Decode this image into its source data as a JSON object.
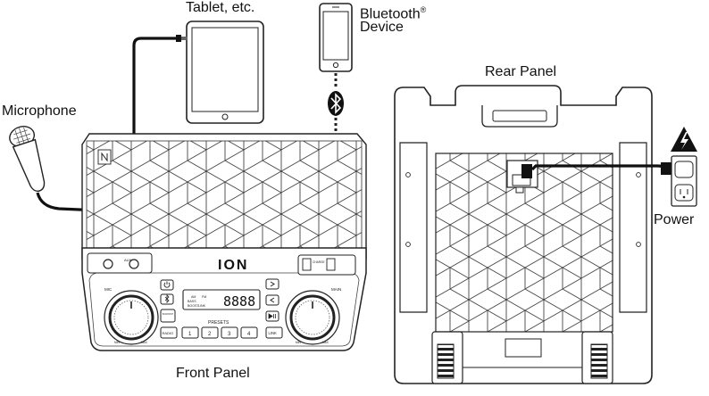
{
  "labels": {
    "tablet": "Tablet, etc.",
    "bluetooth_line1": "Bluetooth",
    "bluetooth_mark": "®",
    "bluetooth_line2": "Device",
    "microphone": "Microphone",
    "rear_panel": "Rear Panel",
    "front_panel": "Front Panel",
    "power": "Power"
  },
  "front_panel": {
    "brand": "ION",
    "mic_knob": "MIC",
    "main_knob": "MAIN",
    "knob_min": "MIN",
    "knob_max": "MAX",
    "aux_label": "AUX",
    "charge_label": "CHARGE",
    "bass_boost_button": "BASS BOOST",
    "presets_label": "PRESETS",
    "preset_buttons": [
      "1",
      "2",
      "3",
      "4"
    ],
    "radio_button": "RADIO",
    "link_button": "LINK",
    "display_digits": "8888",
    "display_indicators": [
      "BASS",
      "BOOST",
      "LINK",
      "AM",
      "FM"
    ]
  },
  "icons": {
    "power_button": "power-icon",
    "bluetooth_button": "bluetooth-icon",
    "next_button": "chevron-right-icon",
    "prev_button": "chevron-left-icon",
    "play_pause_button": "play-pause-icon",
    "bluetooth_badge": "bluetooth-icon",
    "nfc": "nfc-icon",
    "warning": "lightning-warning-icon"
  }
}
